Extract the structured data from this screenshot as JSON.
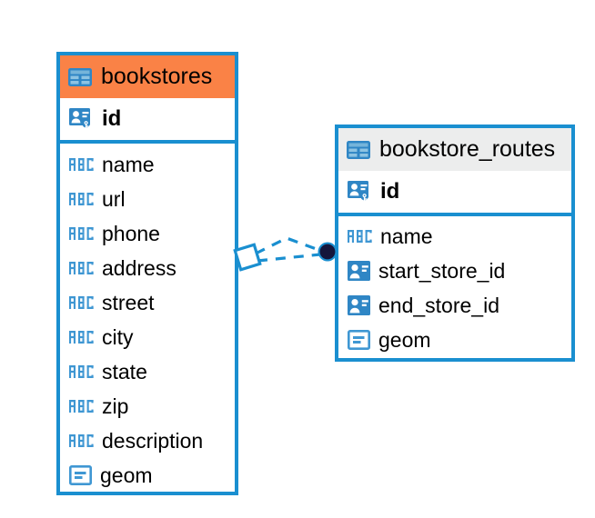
{
  "diagram": {
    "type": "entity-relationship-diagram",
    "background": "#ffffff",
    "accent_color": "#1a8fd0",
    "highlight_color": "#fa8246",
    "header_grey": "#eceded",
    "entities": [
      {
        "name": "bookstores",
        "header_style": "orange",
        "icon": "table-icon",
        "primary_key": {
          "label": "id",
          "icon": "primary-key-icon"
        },
        "fields": [
          {
            "label": "name",
            "icon": "text-abc-icon"
          },
          {
            "label": "url",
            "icon": "text-abc-icon"
          },
          {
            "label": "phone",
            "icon": "text-abc-icon"
          },
          {
            "label": "address",
            "icon": "text-abc-icon"
          },
          {
            "label": "street",
            "icon": "text-abc-icon"
          },
          {
            "label": "city",
            "icon": "text-abc-icon"
          },
          {
            "label": "state",
            "icon": "text-abc-icon"
          },
          {
            "label": "zip",
            "icon": "text-abc-icon"
          },
          {
            "label": "description",
            "icon": "text-abc-icon"
          },
          {
            "label": "geom",
            "icon": "geometry-icon"
          }
        ]
      },
      {
        "name": "bookstore_routes",
        "header_style": "grey",
        "icon": "table-icon",
        "primary_key": {
          "label": "id",
          "icon": "primary-key-icon"
        },
        "fields": [
          {
            "label": "name",
            "icon": "text-abc-icon"
          },
          {
            "label": "start_store_id",
            "icon": "foreign-key-icon"
          },
          {
            "label": "end_store_id",
            "icon": "foreign-key-icon"
          },
          {
            "label": "geom",
            "icon": "geometry-icon"
          }
        ]
      }
    ],
    "relationship": {
      "style": "dashed",
      "source_marker": "hollow-diamond",
      "target_marker": "filled-circle",
      "source_entity": "bookstores",
      "target_entity": "bookstore_routes",
      "line_color": "#1a8fd0",
      "target_marker_color": "#14163c"
    }
  }
}
